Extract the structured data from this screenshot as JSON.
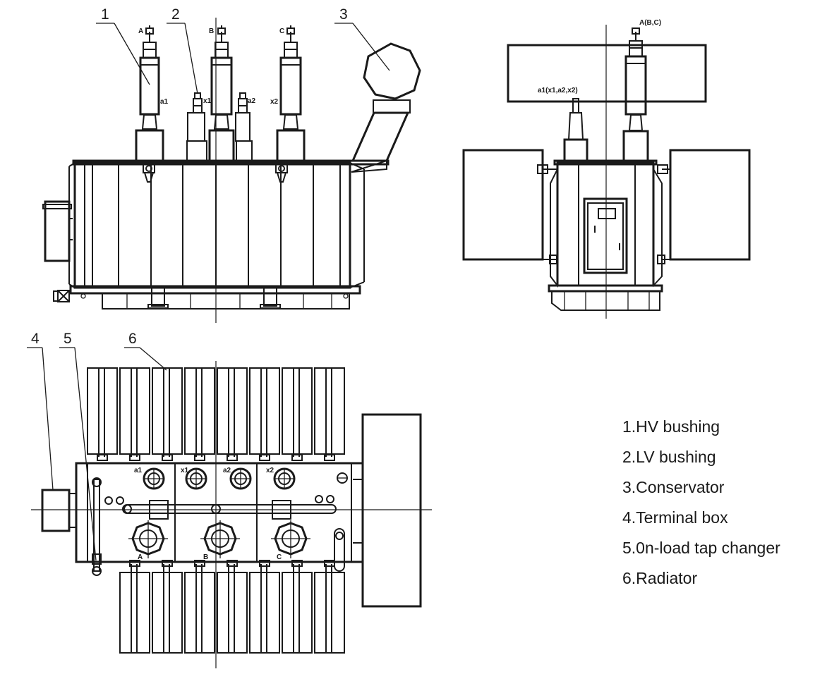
{
  "callouts": [
    "1",
    "2",
    "3",
    "4",
    "5",
    "6"
  ],
  "front_view": {
    "phase_labels": [
      "A",
      "B",
      "C"
    ],
    "lv_labels": [
      "a1",
      "x1",
      "a2",
      "x2"
    ]
  },
  "side_view": {
    "hv_label": "A(B,C)",
    "lv_label": "a1(x1,a2,x2)"
  },
  "top_view": {
    "lv_labels": [
      "a1",
      "x1",
      "a2",
      "x2"
    ],
    "hv_labels": [
      "A",
      "B",
      "C"
    ]
  },
  "legend": [
    "1.HV bushing",
    "2.LV bushing",
    "3.Conservator",
    "4.Terminal box",
    "5.0n-load tap changer",
    "6.Radiator"
  ]
}
